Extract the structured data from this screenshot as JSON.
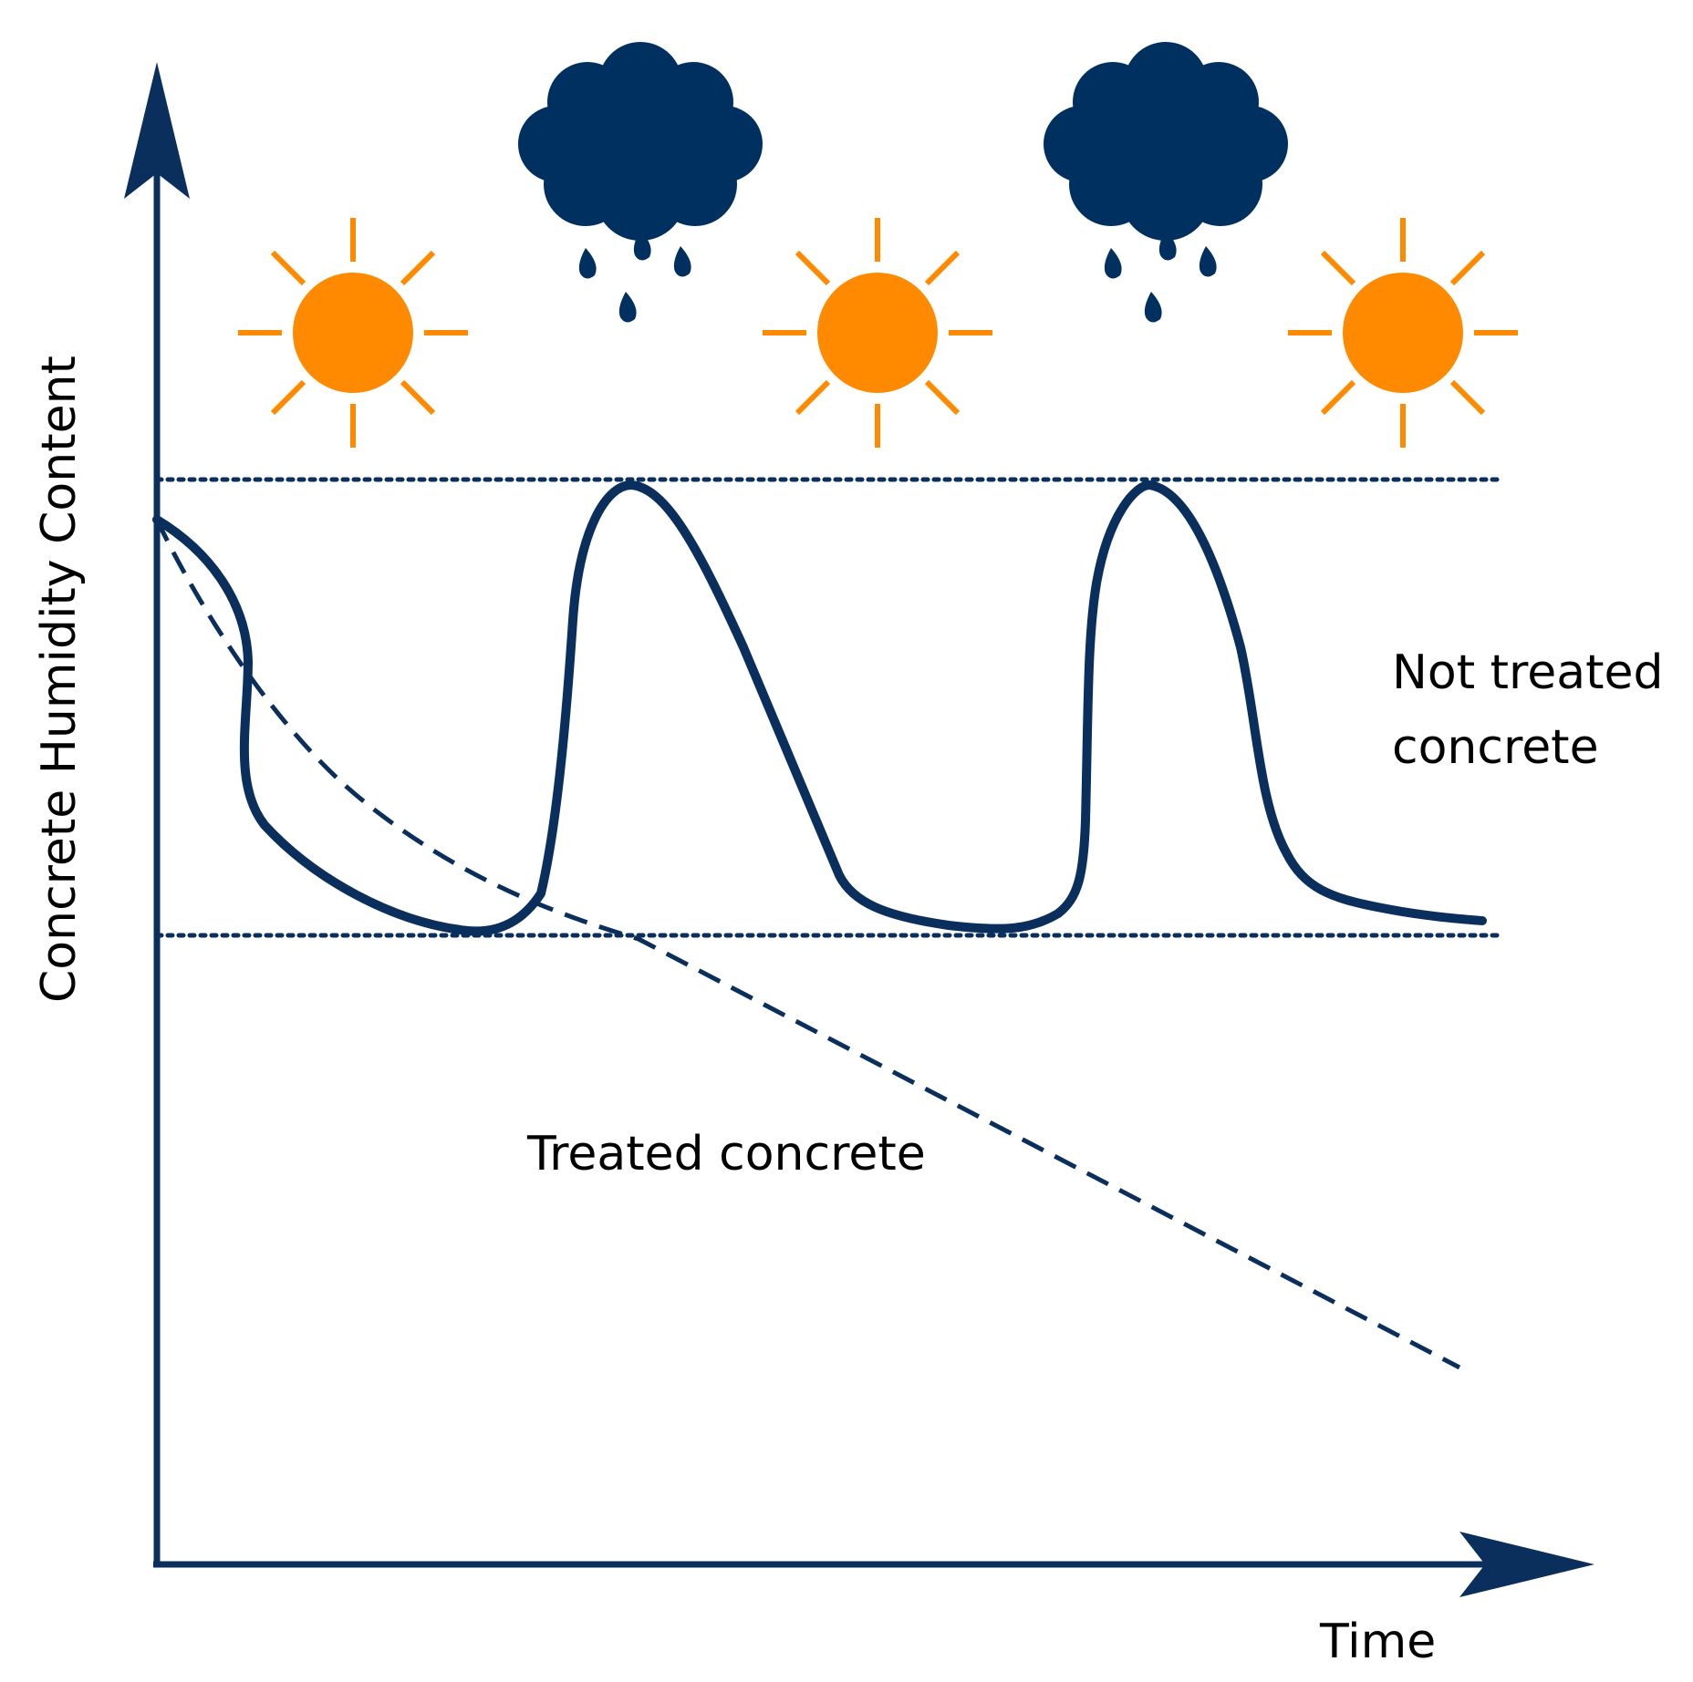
{
  "axes": {
    "y_label": "Concrete Humidity Content",
    "x_label": "Time"
  },
  "curves": {
    "not_treated_label_line1": "Not treated",
    "not_treated_label_line2": "concrete",
    "treated_label": "Treated concrete"
  },
  "weather_sequence": [
    "sun-icon",
    "rain-cloud-icon",
    "sun-icon",
    "rain-cloud-icon",
    "sun-icon"
  ],
  "colors": {
    "navy": "#0b2f5c",
    "sun": "#ff8a00",
    "cloud": "#003060"
  }
}
